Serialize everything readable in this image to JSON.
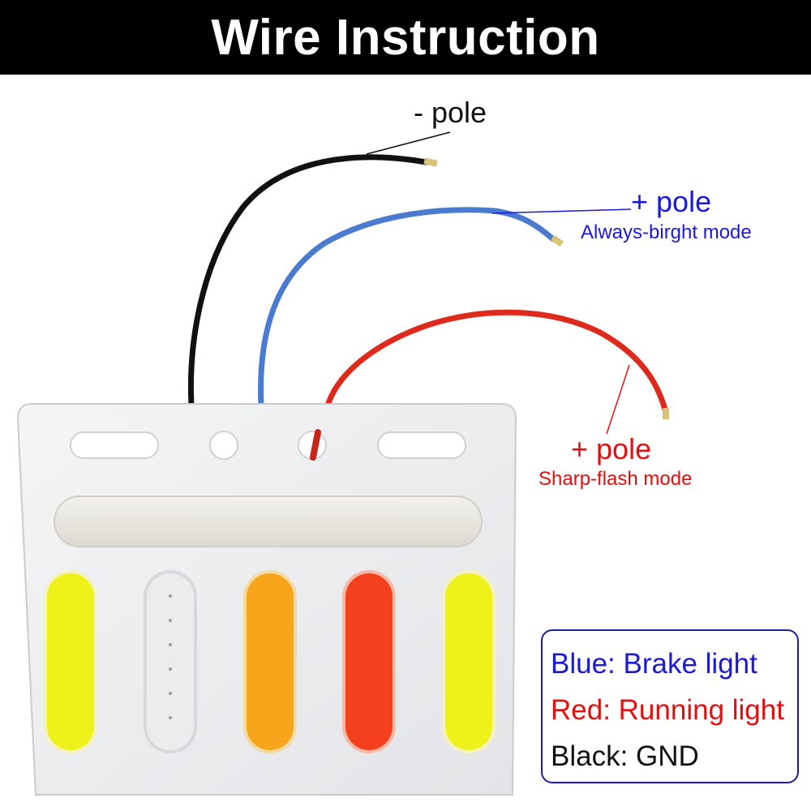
{
  "title": "Wire Instruction",
  "labels": {
    "negative_pole": "- pole",
    "blue_pole": "+ pole",
    "blue_mode": "Always-birght mode",
    "red_pole": "+ pole",
    "red_mode": "Sharp-flash mode"
  },
  "legend": [
    {
      "text": "Blue: Brake light",
      "color": "#1a1ad6"
    },
    {
      "text": "Red: Running light",
      "color": "#e01010"
    },
    {
      "text": "Black: GND",
      "color": "#111111"
    }
  ],
  "colors": {
    "wire_black": "#111111",
    "wire_blue": "#4b7bd0",
    "wire_red": "#dd2a1c",
    "plate": "#eef0f2",
    "led_strips": [
      "#eef21a",
      "#e6e6e8",
      "#f7a51a",
      "#f4401c",
      "#eef21a"
    ],
    "top_bar": "#e6e4de"
  }
}
